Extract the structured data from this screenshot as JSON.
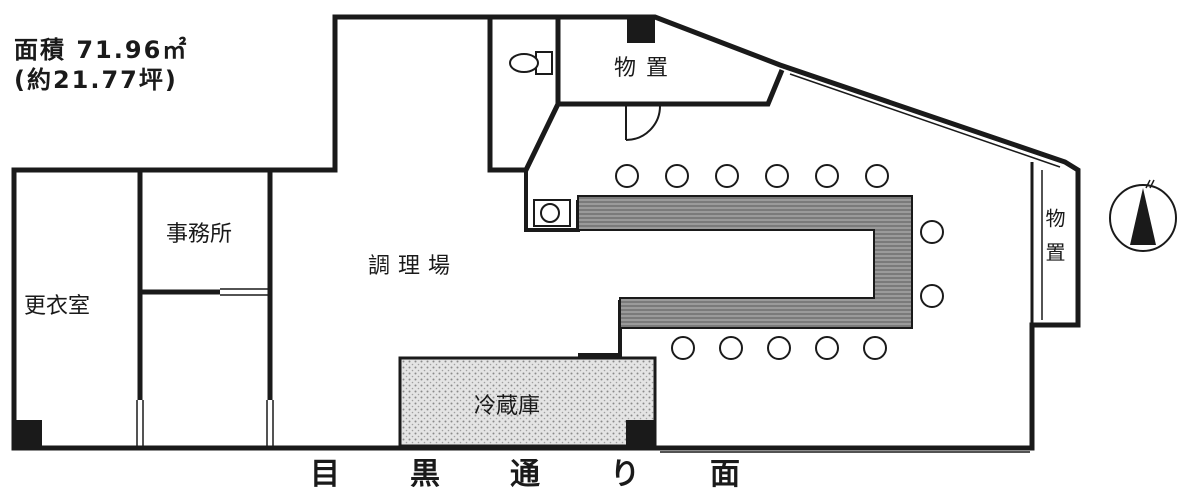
{
  "floor_area": {
    "line1": "面積 71.96㎡",
    "line2": "(約21.77坪)"
  },
  "rooms": {
    "kitchen": "調理場",
    "office": "事務所",
    "locker_room": "更衣室",
    "refrigerator": "冷蔵庫",
    "storage_top": "物置",
    "storage_right": "物置"
  },
  "street_frontage": "目黒通り面",
  "counter_seats": {
    "top_row": 6,
    "right_side": 2,
    "bottom_row": 5
  },
  "colors": {
    "wall": "#1a1a1a",
    "counter": "#7a7a7a",
    "fridge": "#cfcfcf",
    "stool": "#ffffff"
  },
  "icons": [
    "toilet-icon",
    "sink-icon",
    "door-swing-icon",
    "north-arrow-icon"
  ]
}
